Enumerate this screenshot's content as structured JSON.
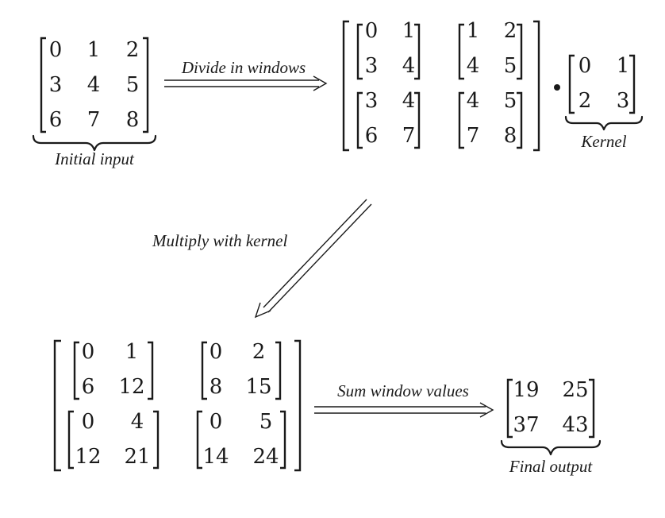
{
  "initial_input": {
    "label": "Initial input",
    "rows": [
      [
        "0",
        "1",
        "2"
      ],
      [
        "3",
        "4",
        "5"
      ],
      [
        "6",
        "7",
        "8"
      ]
    ]
  },
  "divide_arrow": {
    "label": "Divide in windows"
  },
  "windows": [
    [
      [
        "0",
        "1"
      ],
      [
        "3",
        "4"
      ]
    ],
    [
      [
        "1",
        "2"
      ],
      [
        "4",
        "5"
      ]
    ],
    [
      [
        "3",
        "4"
      ],
      [
        "6",
        "7"
      ]
    ],
    [
      [
        "4",
        "5"
      ],
      [
        "7",
        "8"
      ]
    ]
  ],
  "dot_operator": "·",
  "kernel": {
    "label": "Kernel",
    "rows": [
      [
        "0",
        "1"
      ],
      [
        "2",
        "3"
      ]
    ]
  },
  "multiply_arrow": {
    "label": "Multiply with kernel"
  },
  "products": [
    [
      [
        "0",
        "1"
      ],
      [
        "6",
        "12"
      ]
    ],
    [
      [
        "0",
        "2"
      ],
      [
        "8",
        "15"
      ]
    ],
    [
      [
        "0",
        "4"
      ],
      [
        "12",
        "21"
      ]
    ],
    [
      [
        "0",
        "5"
      ],
      [
        "14",
        "24"
      ]
    ]
  ],
  "sum_arrow": {
    "label": "Sum window values"
  },
  "final_output": {
    "label": "Final output",
    "rows": [
      [
        "19",
        "25"
      ],
      [
        "37",
        "43"
      ]
    ]
  }
}
